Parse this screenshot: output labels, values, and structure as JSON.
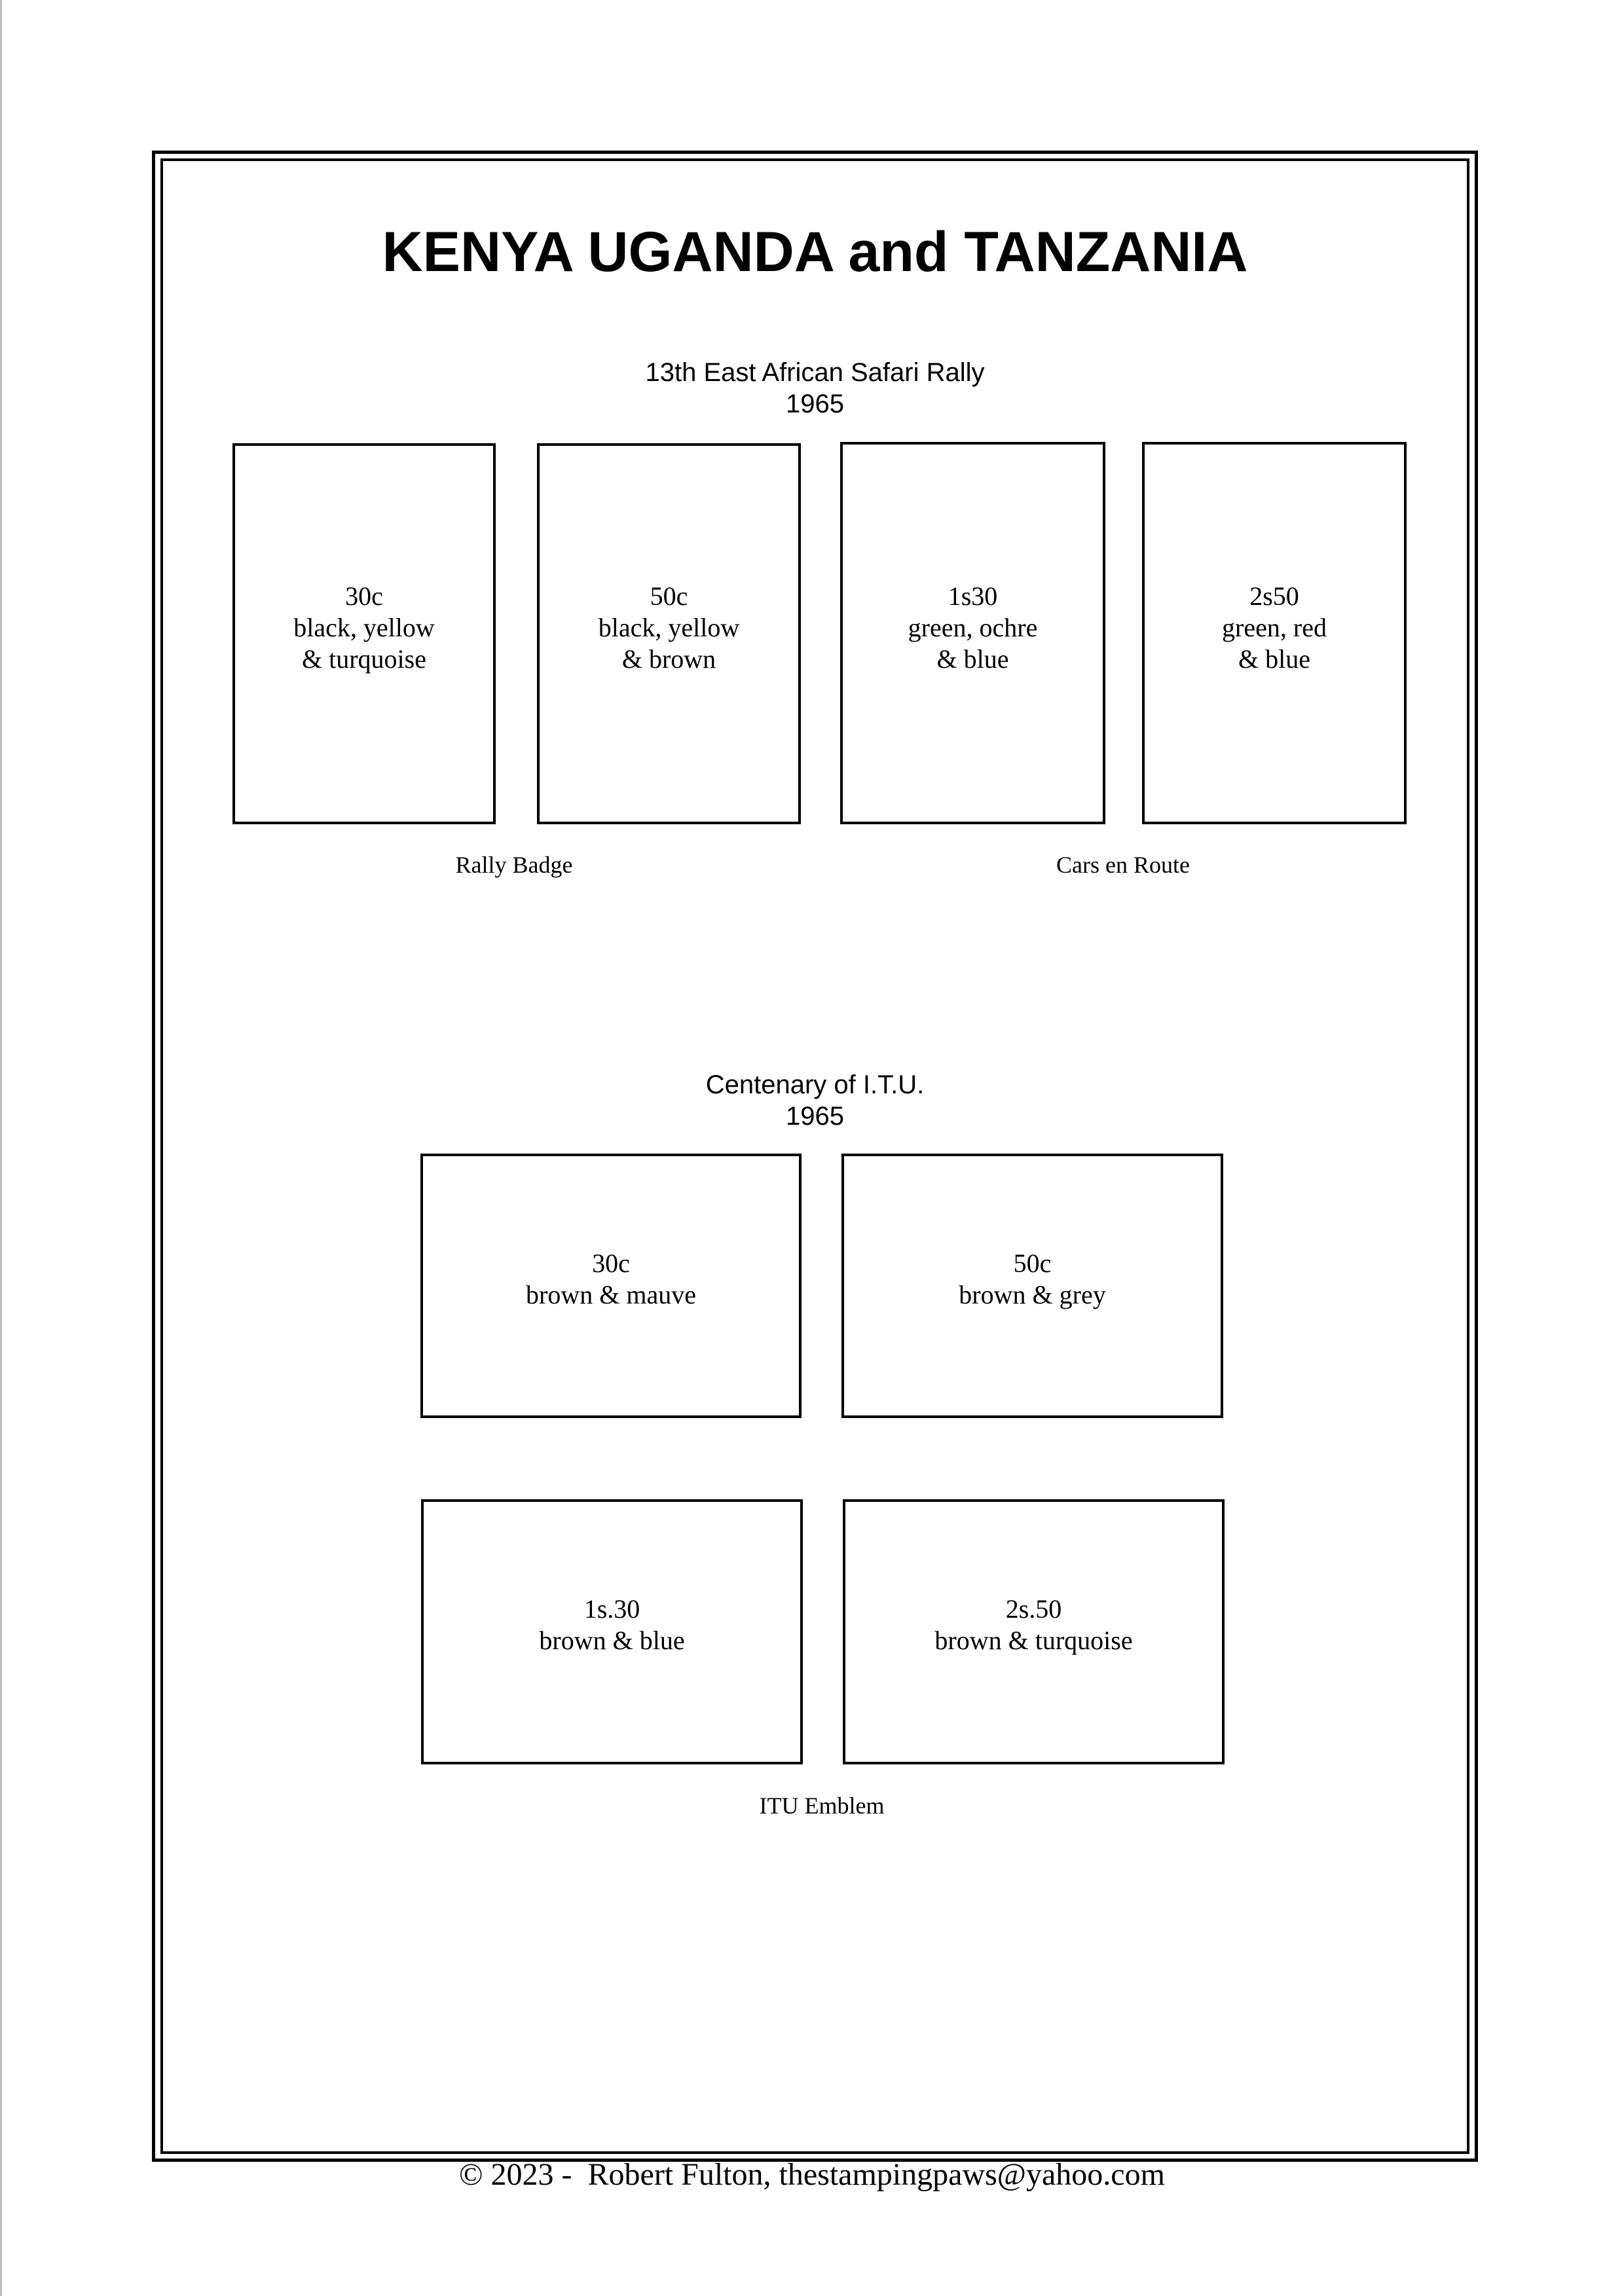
{
  "title": "KENYA UGANDA and TANZANIA",
  "sets": [
    {
      "heading": [
        "13th East African Safari Rally",
        "1965"
      ],
      "stamps": [
        {
          "lines": [
            "30c",
            "black, yellow",
            "& turquoise"
          ]
        },
        {
          "lines": [
            "50c",
            "black, yellow",
            "& brown"
          ]
        },
        {
          "lines": [
            "1s30",
            "green, ochre",
            "& blue"
          ]
        },
        {
          "lines": [
            "2s50",
            "green, red",
            "& blue"
          ]
        }
      ],
      "captions": [
        "Rally Badge",
        "Cars en Route"
      ]
    },
    {
      "heading": [
        "Centenary of I.T.U.",
        "1965"
      ],
      "stamps": [
        {
          "lines": [
            "30c",
            "brown & mauve"
          ]
        },
        {
          "lines": [
            "50c",
            "brown & grey"
          ]
        },
        {
          "lines": [
            "1s.30",
            "brown & blue"
          ]
        },
        {
          "lines": [
            "2s.50",
            "brown & turquoise"
          ]
        }
      ],
      "captions": [
        "ITU Emblem"
      ]
    }
  ],
  "footer": "© 2023 -  Robert Fulton, thestampingpaws@yahoo.com"
}
